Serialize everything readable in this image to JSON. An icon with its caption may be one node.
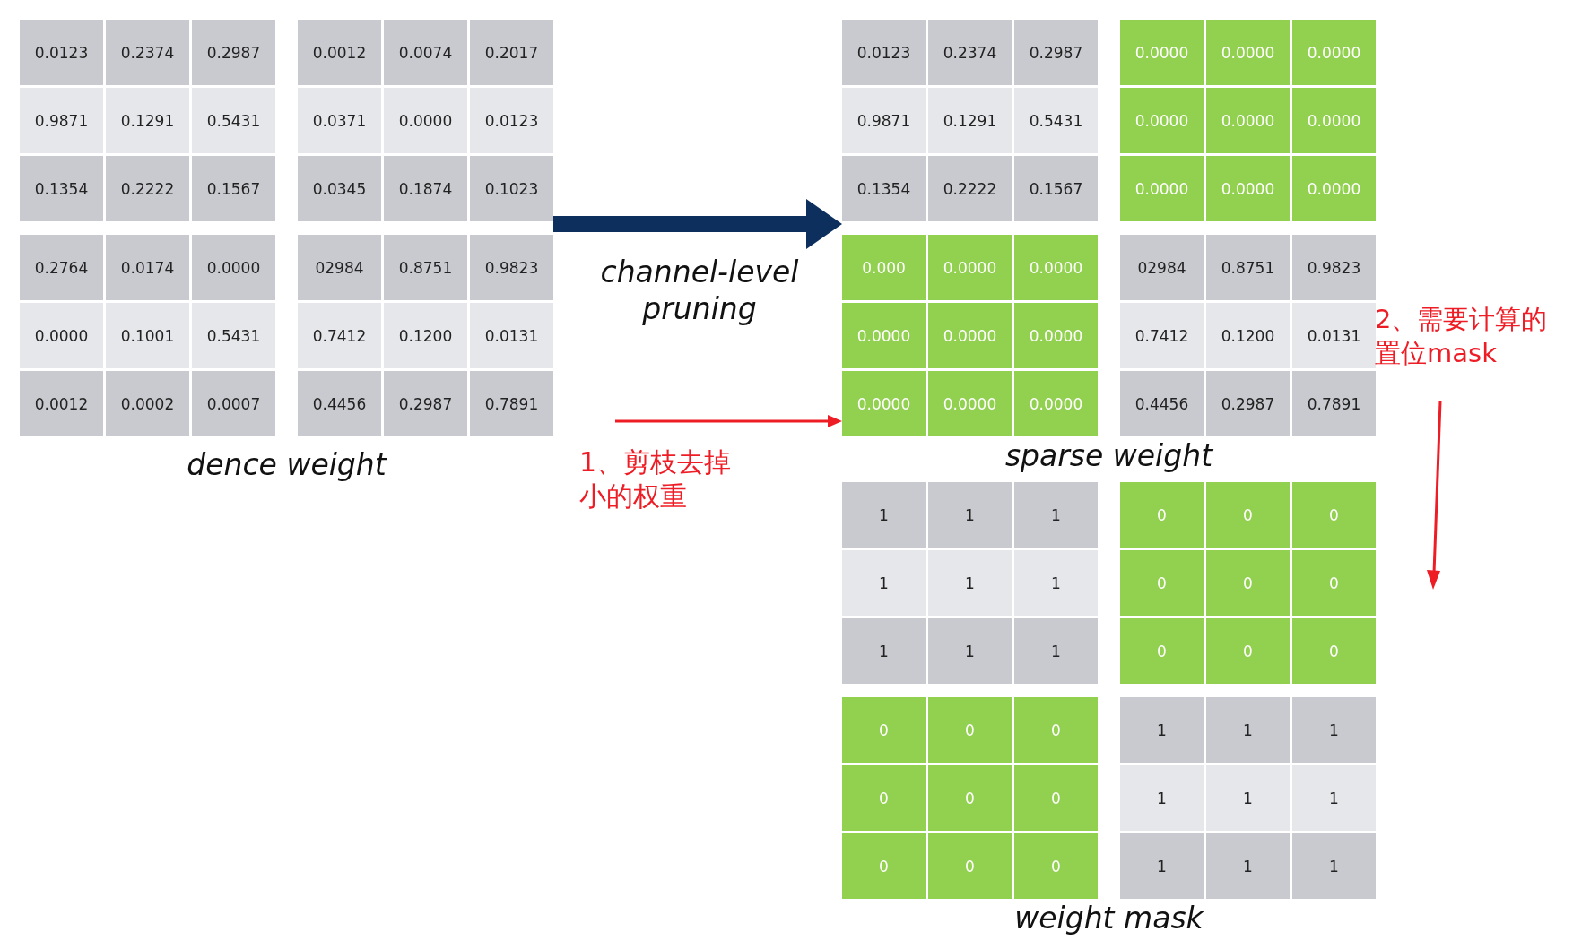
{
  "diagram": {
    "nodes": [
      {
        "text": [
          "dence weight"
        ]
      },
      {
        "text": [
          "sparse weight"
        ]
      },
      {
        "text": [
          "weight mask"
        ]
      }
    ],
    "edges": [
      {
        "from": 0,
        "to": 1,
        "arrow": "to",
        "label": "channel-level pruning",
        "style": "thick",
        "color": "#0d2f5e"
      },
      {
        "from": null,
        "to": 1,
        "arrow": "to",
        "label": "1、剪枝去掉小的权重",
        "color": "#ee1c25"
      }
    ],
    "labels": [
      "0.0123",
      "0.2374",
      "0.2987",
      "0.0012",
      "0.0074",
      "0.2017",
      "0.9871",
      "0.1291",
      "0.5431",
      "0.0371",
      "0.0000",
      "0.0123",
      "0.1354",
      "0.2222",
      "0.1567",
      "0.0345",
      "0.1874",
      "0.1023",
      "0.2764",
      "0.0174",
      "0.0000",
      "02984",
      "0.8751",
      "0.9823",
      "0.0000",
      "0.1001",
      "0.5431",
      "0.7412",
      "0.1200",
      "0.0131",
      "0.0012",
      "0.0002",
      "0.0007",
      "0.4456",
      "0.2987",
      "0.7891",
      "0.0123",
      "0.2374",
      "0.2987",
      "0.0000",
      "0.0000",
      "0.0000",
      "0.9871",
      "0.1291",
      "0.5431",
      "0.0000",
      "0.0000",
      "0.0000",
      "0.1354",
      "0.2222",
      "0.1567",
      "0.0000",
      "0.0000",
      "0.0000",
      "0.000",
      "0.0000",
      "0.0000",
      "02984",
      "0.8751",
      "0.9823",
      "0.0000",
      "0.0000",
      "0.0000",
      "0.7412",
      "0.1200",
      "0.0131",
      "0.0000",
      "0.0000",
      "0.0000",
      "0.4456",
      "0.2987",
      "0.7891",
      "1",
      "1",
      "1",
      "0",
      "0",
      "0",
      "1",
      "1",
      "1",
      "0",
      "0",
      "0",
      "1",
      "1",
      "1",
      "0",
      "0",
      "0",
      "0",
      "0",
      "0",
      "1",
      "1",
      "1",
      "0",
      "0",
      "0",
      "1",
      "1",
      "1",
      "0",
      "0",
      "0",
      "1",
      "1",
      "1",
      "2、需要计算的置位mask"
    ]
  }
}
